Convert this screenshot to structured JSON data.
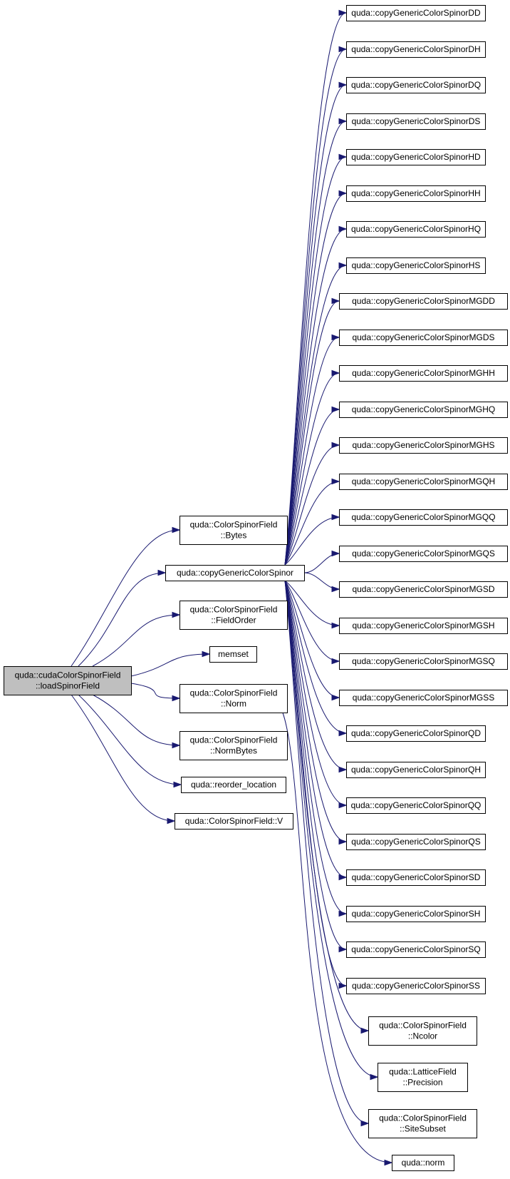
{
  "nodes": {
    "root": [
      "quda::cudaColorSpinorField",
      "::loadSpinorField"
    ],
    "bytes": [
      "quda::ColorSpinorField",
      "::Bytes"
    ],
    "copy_generic": [
      "quda::copyGenericColorSpinor"
    ],
    "field_order": [
      "quda::ColorSpinorField",
      "::FieldOrder"
    ],
    "memset": [
      "memset"
    ],
    "norm_method": [
      "quda::ColorSpinorField",
      "::Norm"
    ],
    "norm_bytes": [
      "quda::ColorSpinorField",
      "::NormBytes"
    ],
    "reorder_location": [
      "quda::reorder_location"
    ],
    "v": [
      "quda::ColorSpinorField::V"
    ],
    "dd": [
      "quda::copyGenericColorSpinorDD"
    ],
    "dh": [
      "quda::copyGenericColorSpinorDH"
    ],
    "dq": [
      "quda::copyGenericColorSpinorDQ"
    ],
    "ds": [
      "quda::copyGenericColorSpinorDS"
    ],
    "hd": [
      "quda::copyGenericColorSpinorHD"
    ],
    "hh": [
      "quda::copyGenericColorSpinorHH"
    ],
    "hq": [
      "quda::copyGenericColorSpinorHQ"
    ],
    "hs": [
      "quda::copyGenericColorSpinorHS"
    ],
    "mgdd": [
      "quda::copyGenericColorSpinorMGDD"
    ],
    "mgds": [
      "quda::copyGenericColorSpinorMGDS"
    ],
    "mghh": [
      "quda::copyGenericColorSpinorMGHH"
    ],
    "mghq": [
      "quda::copyGenericColorSpinorMGHQ"
    ],
    "mghs": [
      "quda::copyGenericColorSpinorMGHS"
    ],
    "mgqh": [
      "quda::copyGenericColorSpinorMGQH"
    ],
    "mgqq": [
      "quda::copyGenericColorSpinorMGQQ"
    ],
    "mgqs": [
      "quda::copyGenericColorSpinorMGQS"
    ],
    "mgsd": [
      "quda::copyGenericColorSpinorMGSD"
    ],
    "mgsh": [
      "quda::copyGenericColorSpinorMGSH"
    ],
    "mgsq": [
      "quda::copyGenericColorSpinorMGSQ"
    ],
    "mgss": [
      "quda::copyGenericColorSpinorMGSS"
    ],
    "qd": [
      "quda::copyGenericColorSpinorQD"
    ],
    "qh": [
      "quda::copyGenericColorSpinorQH"
    ],
    "qq": [
      "quda::copyGenericColorSpinorQQ"
    ],
    "qs": [
      "quda::copyGenericColorSpinorQS"
    ],
    "sd": [
      "quda::copyGenericColorSpinorSD"
    ],
    "sh": [
      "quda::copyGenericColorSpinorSH"
    ],
    "sq": [
      "quda::copyGenericColorSpinorSQ"
    ],
    "ss": [
      "quda::copyGenericColorSpinorSS"
    ],
    "ncolor": [
      "quda::ColorSpinorField",
      "::Ncolor"
    ],
    "precision": [
      "quda::LatticeField",
      "::Precision"
    ],
    "site_subset": [
      "quda::ColorSpinorField",
      "::SiteSubset"
    ],
    "norm_fn": [
      "quda::norm"
    ]
  },
  "edges": [
    [
      "root",
      "bytes"
    ],
    [
      "root",
      "copy_generic"
    ],
    [
      "root",
      "field_order"
    ],
    [
      "root",
      "memset"
    ],
    [
      "root",
      "norm_method"
    ],
    [
      "root",
      "norm_bytes"
    ],
    [
      "root",
      "reorder_location"
    ],
    [
      "root",
      "v"
    ],
    [
      "copy_generic",
      "dd"
    ],
    [
      "copy_generic",
      "dh"
    ],
    [
      "copy_generic",
      "dq"
    ],
    [
      "copy_generic",
      "ds"
    ],
    [
      "copy_generic",
      "hd"
    ],
    [
      "copy_generic",
      "hh"
    ],
    [
      "copy_generic",
      "hq"
    ],
    [
      "copy_generic",
      "hs"
    ],
    [
      "copy_generic",
      "mgdd"
    ],
    [
      "copy_generic",
      "mgds"
    ],
    [
      "copy_generic",
      "mghh"
    ],
    [
      "copy_generic",
      "mghq"
    ],
    [
      "copy_generic",
      "mghs"
    ],
    [
      "copy_generic",
      "mgqh"
    ],
    [
      "copy_generic",
      "mgqq"
    ],
    [
      "copy_generic",
      "mgqs"
    ],
    [
      "copy_generic",
      "mgsd"
    ],
    [
      "copy_generic",
      "mgsh"
    ],
    [
      "copy_generic",
      "mgsq"
    ],
    [
      "copy_generic",
      "mgss"
    ],
    [
      "copy_generic",
      "qd"
    ],
    [
      "copy_generic",
      "qh"
    ],
    [
      "copy_generic",
      "qq"
    ],
    [
      "copy_generic",
      "qs"
    ],
    [
      "copy_generic",
      "sd"
    ],
    [
      "copy_generic",
      "sh"
    ],
    [
      "copy_generic",
      "sq"
    ],
    [
      "copy_generic",
      "ss"
    ],
    [
      "copy_generic",
      "ncolor"
    ],
    [
      "copy_generic",
      "precision"
    ],
    [
      "copy_generic",
      "site_subset"
    ],
    [
      "norm_method",
      "norm_fn"
    ]
  ],
  "colors": {
    "edge": "#191970",
    "root_fill": "#bfbfbf",
    "node_fill": "#ffffff",
    "node_border": "#000000"
  }
}
